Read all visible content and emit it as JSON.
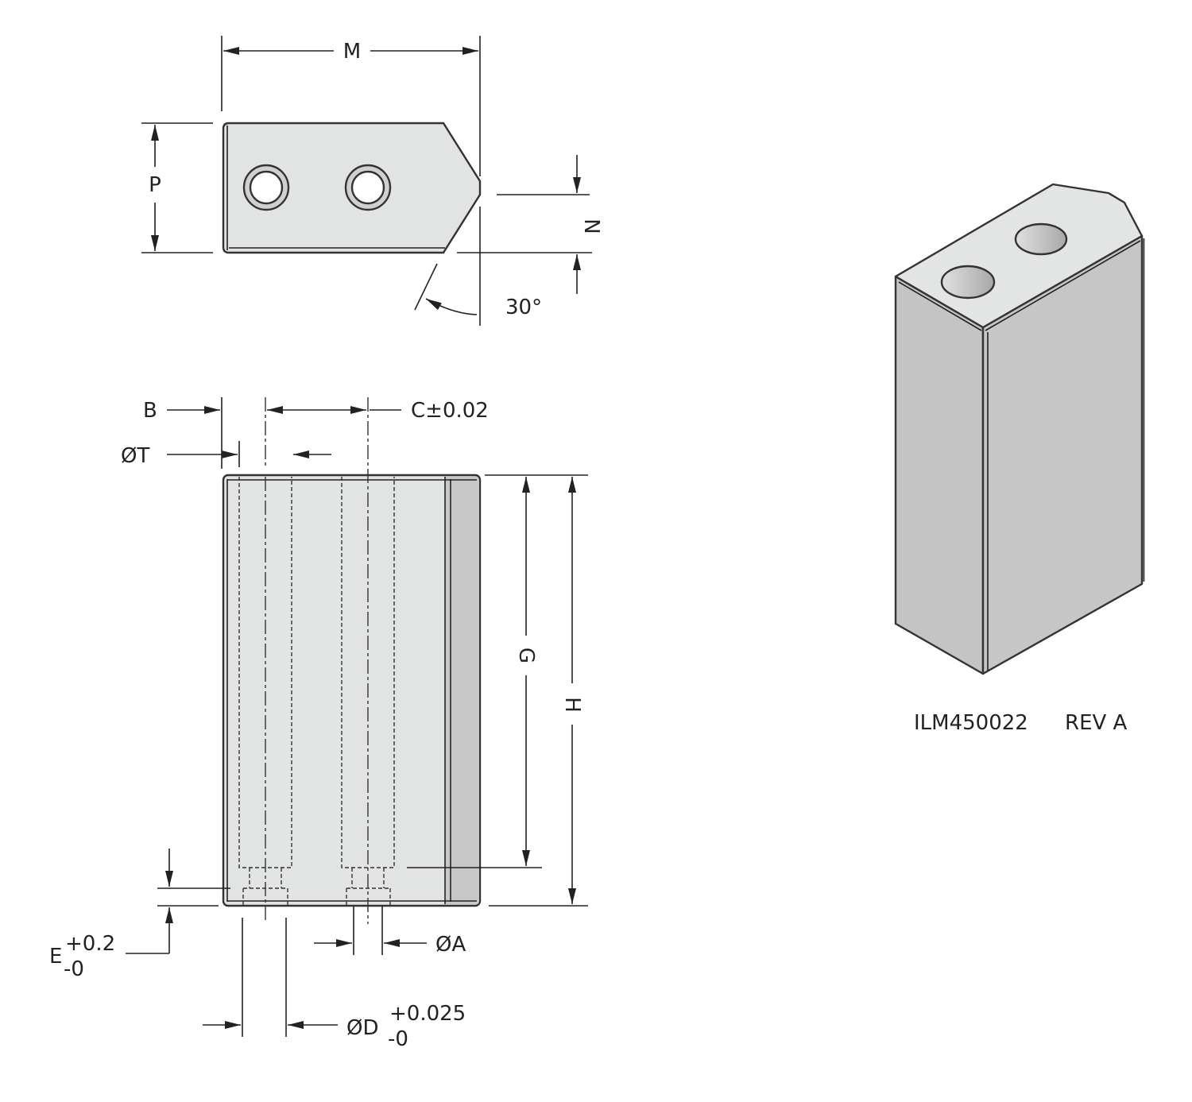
{
  "labels": {
    "M": "M",
    "P": "P",
    "N": "N",
    "angle": "30°",
    "B": "B",
    "T": "ØT",
    "C": "C±0.02",
    "G": "G",
    "H": "H",
    "E": "E",
    "E_upper": "+0.2",
    "E_lower": "-0",
    "A": "ØA",
    "D": "ØD",
    "D_upper": "+0.025",
    "D_lower": "-0"
  },
  "title_block": {
    "part_number": "ILM450022",
    "revision": "REV A"
  },
  "colors": {
    "face_light": "#e2e3e3",
    "face_mid": "#c6c6c6",
    "face_dark": "#a9a9a9",
    "line": "#222222"
  }
}
